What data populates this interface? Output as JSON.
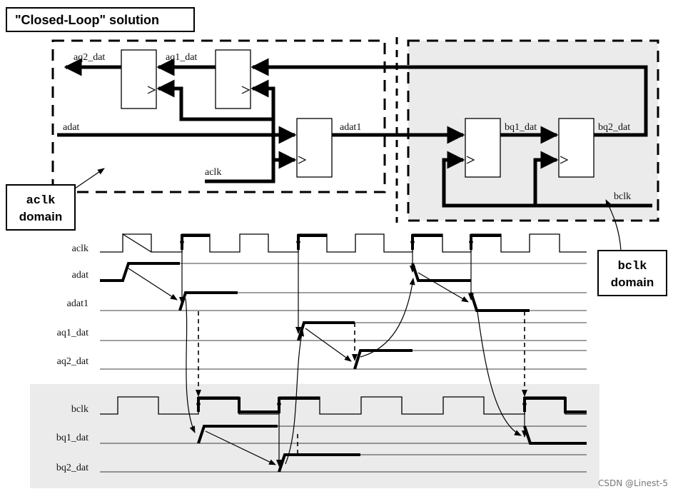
{
  "title": "\"Closed-Loop\" solution",
  "domains": {
    "aclk": {
      "line1": "aclk",
      "line2": "domain"
    },
    "bclk": {
      "line1": "bclk",
      "line2": "domain"
    }
  },
  "schematic_labels": {
    "aq2_dat": "aq2_dat",
    "aq1_dat": "aq1_dat",
    "adat": "adat",
    "adat1": "adat1",
    "aclk": "aclk",
    "bq1_dat": "bq1_dat",
    "bq2_dat": "bq2_dat",
    "bclk": "bclk"
  },
  "waveform_signals": [
    "aclk",
    "adat",
    "adat1",
    "aq1_dat",
    "aq2_dat",
    "bclk",
    "bq1_dat",
    "bq2_dat"
  ],
  "watermark": "CSDN @Linest-5",
  "colors": {
    "ink": "#000000",
    "panel": "#ebebeb",
    "background": "#ffffff"
  }
}
